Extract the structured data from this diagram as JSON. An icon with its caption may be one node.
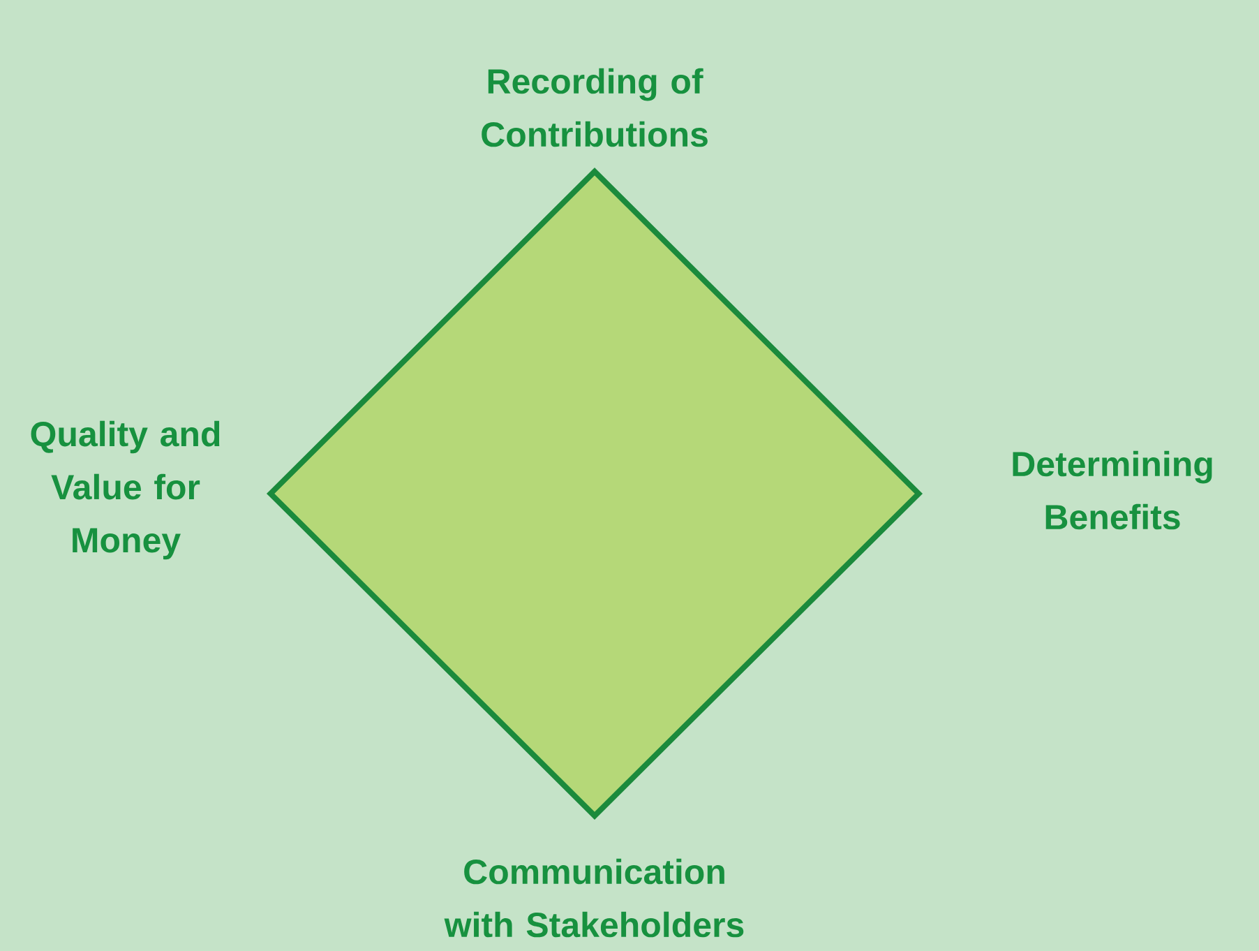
{
  "diagram": {
    "nodes": [
      {
        "text": [],
        "shape": "diamond"
      }
    ],
    "labels": [
      "Recording of Contributions",
      "Quality and Value for Money",
      "Determining Benefits",
      "Communication with Stakeholders"
    ]
  }
}
